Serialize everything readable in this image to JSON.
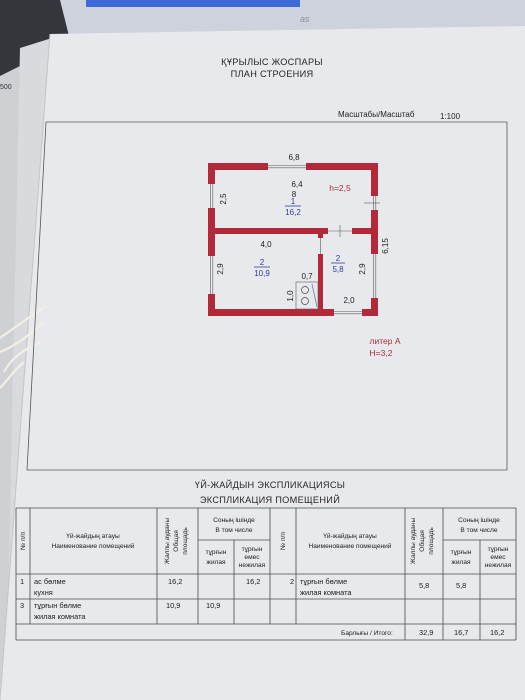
{
  "background": {
    "stack_page_number": "500",
    "top_paper_fragment": "as"
  },
  "document": {
    "title_kz": "ҚҰРЫЛЫС ЖОСПАРЫ",
    "title_ru": "ПЛАН СТРОЕНИЯ",
    "scale_label": "Масштабы/Масштаб",
    "scale_value": "1:100"
  },
  "floor_plan": {
    "overall_length": "6,8",
    "right_side_length": "6,15",
    "room_1": {
      "length": "6,4",
      "mark": "8",
      "number": "1",
      "area": "16,2",
      "depth": "2,5",
      "ceiling_height": "h=2,5"
    },
    "room_2": {
      "length": "4,0",
      "number": "2",
      "area": "10,9",
      "depth": "2,9"
    },
    "room_3": {
      "number": "2",
      "area": "5,8",
      "depth": "2,9",
      "width": "2,0"
    },
    "niche": {
      "width": "0,7",
      "depth": "1,0"
    },
    "liter": "литер А",
    "liter_height": "Н=3,2"
  },
  "explication": {
    "title_kz": "ҮЙ-ЖАЙДЫН ЭКСПЛИКАЦИЯСЫ",
    "title_ru": "ЭКСПЛИКАЦИЯ ПОМЕЩЕНИЙ",
    "headers": {
      "number": "№ п/п",
      "name_kz": "Үй-жайдың атауы",
      "name_ru": "Наименование помещений",
      "total_area": [
        "Жалпы ауданы",
        "Общая",
        "площадь"
      ],
      "including_kz": "Соның ішінде",
      "including_ru": "В том числе",
      "living": [
        "тұрғын",
        "жилая"
      ],
      "nonliving": [
        "тұрғын",
        "емес",
        "нежилая"
      ]
    },
    "rows_left": [
      {
        "no": "1",
        "name_kz": "ас бөлме",
        "name_ru": "кухня",
        "total": "16,2",
        "nonliving": "16,2"
      },
      {
        "no": "3",
        "name_kz": "тұрғын бөлме",
        "name_ru": "жилая комната",
        "total": "10,9",
        "living": "10,9"
      }
    ],
    "rows_right": [
      {
        "no": "2",
        "name_kz": "тұрғын бөлме",
        "name_ru": "жилая комната",
        "total": "5,8",
        "living": "5,8"
      }
    ],
    "totals": {
      "label": "Барлығы / Итого:",
      "total": "32,9",
      "living": "16,7",
      "nonliving": "16,2"
    }
  },
  "colors": {
    "background": "#34363b",
    "sheet": "#e8e9ec",
    "wall": "#b22a3a",
    "room_label": "#2b3f95",
    "dimension": "#1e1e1e"
  }
}
